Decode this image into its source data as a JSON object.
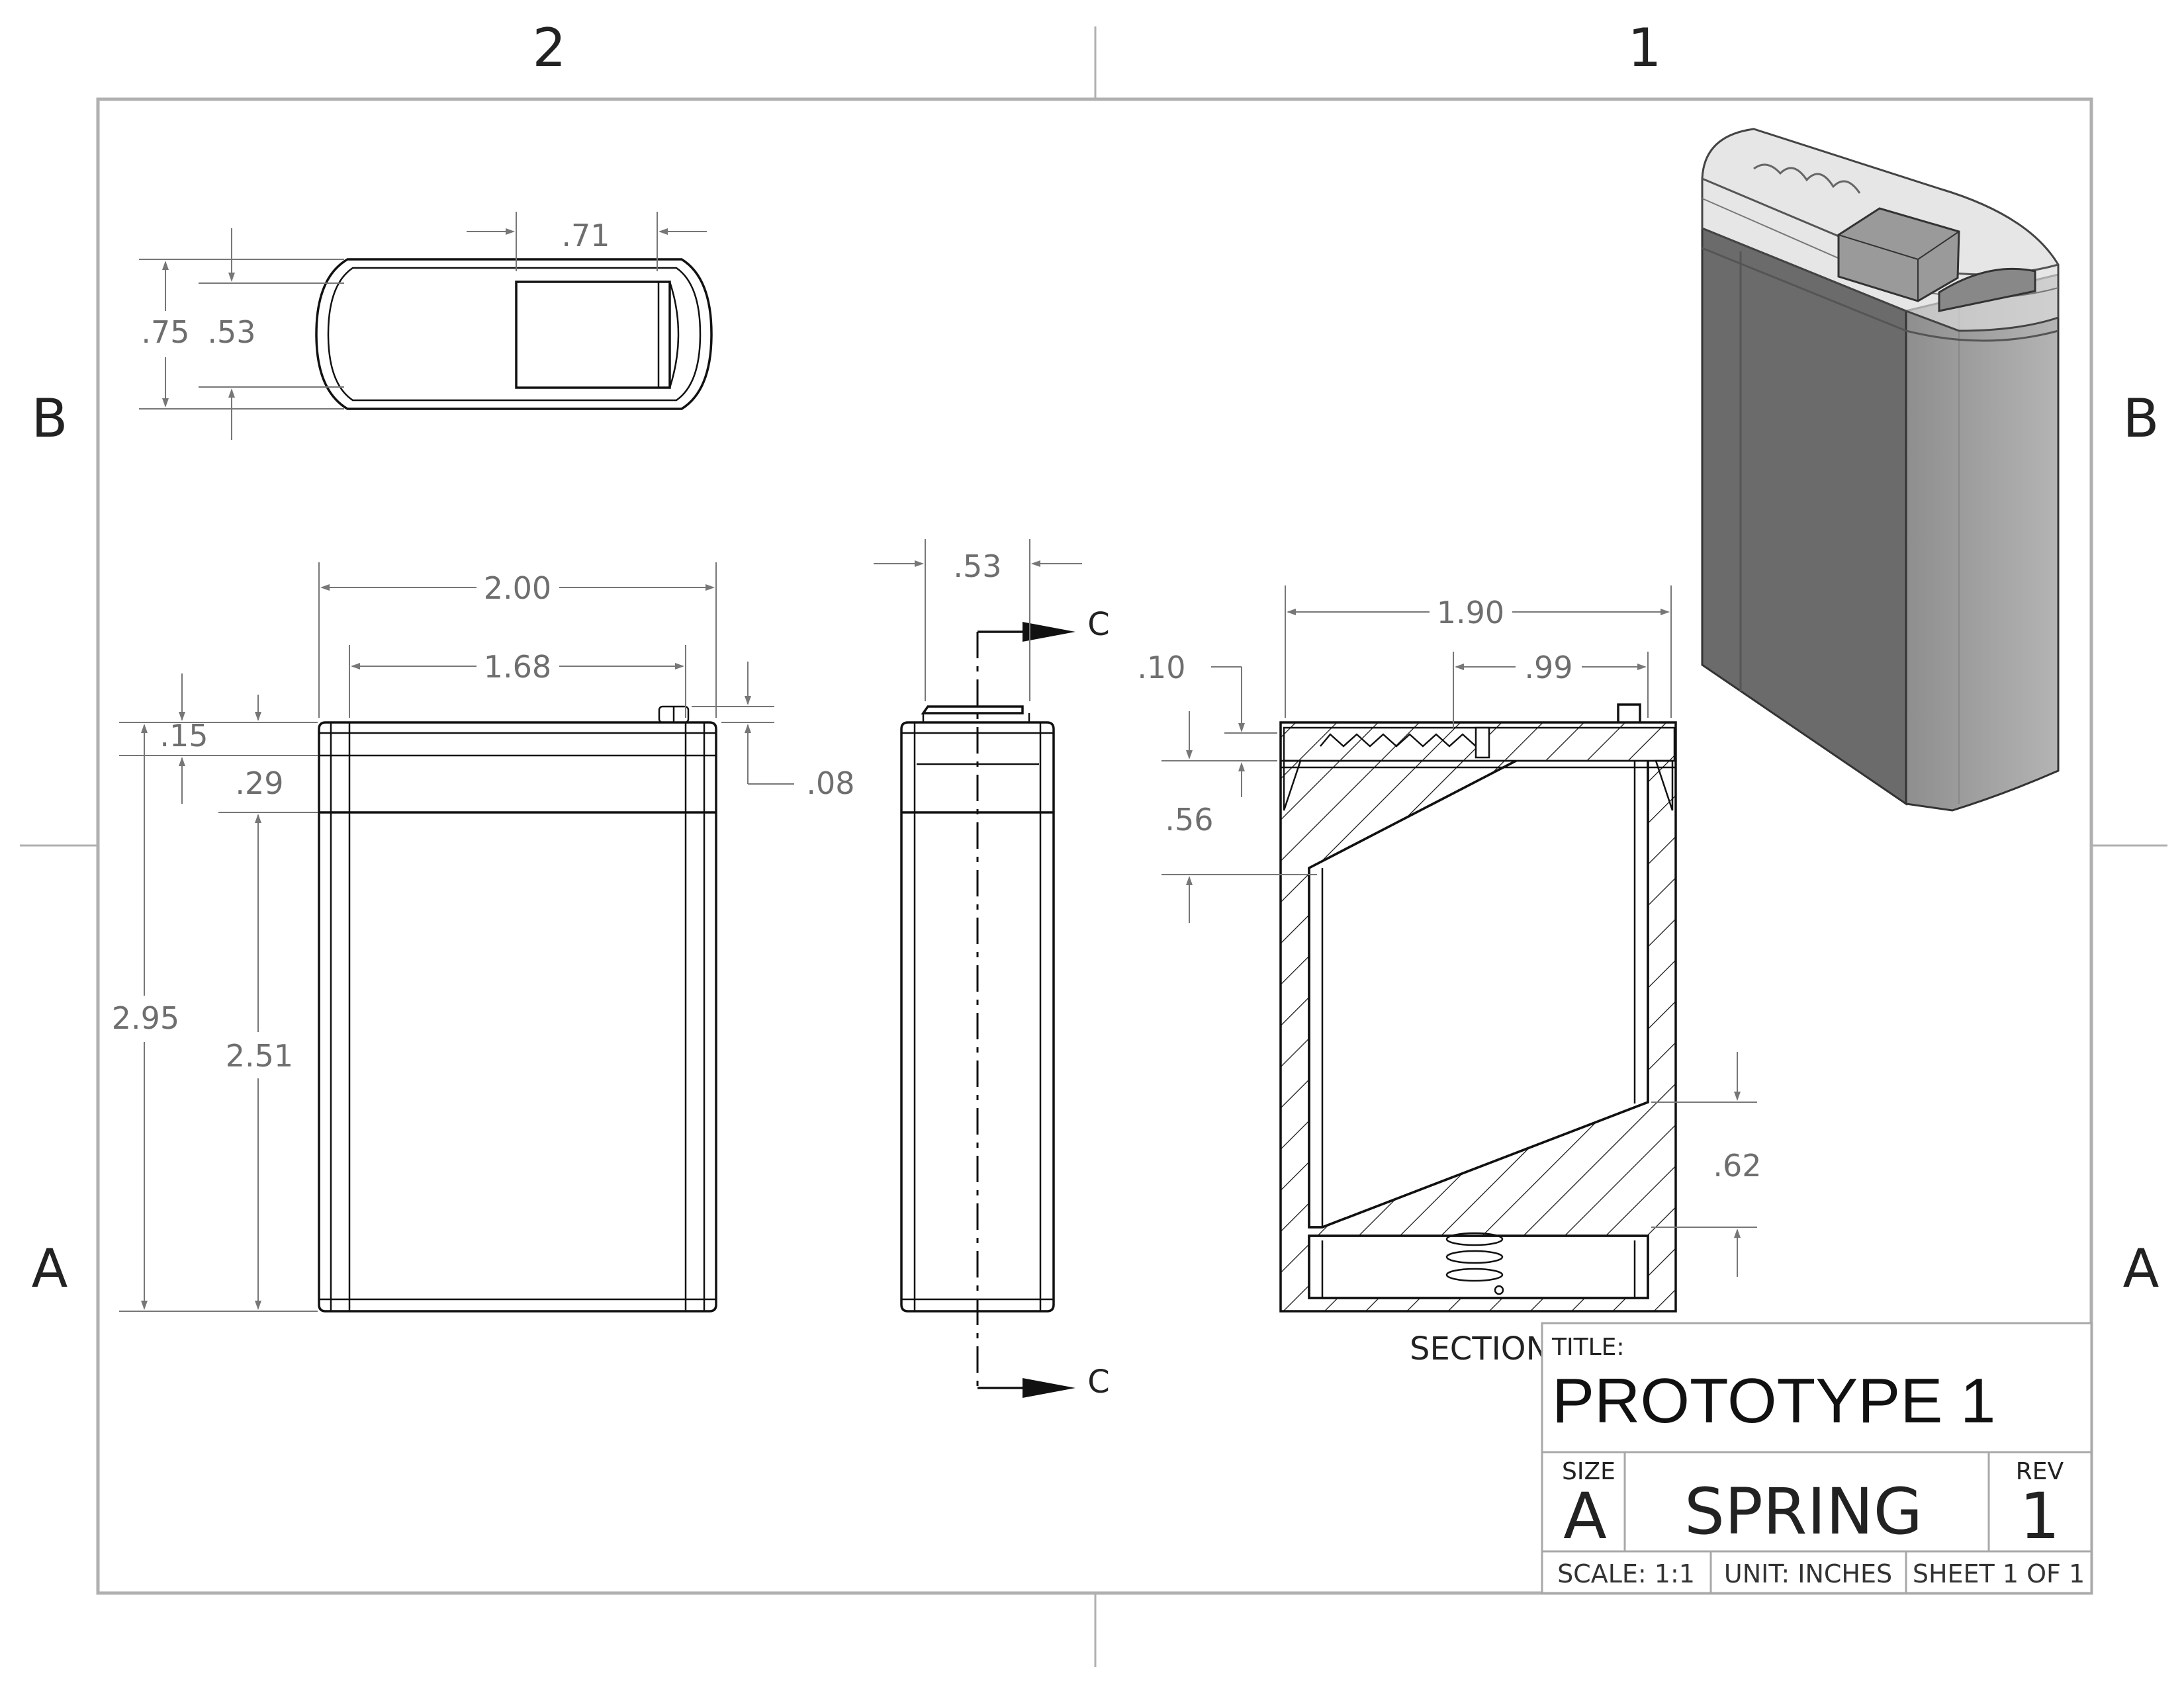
{
  "zones": {
    "columns": [
      "2",
      "1"
    ],
    "rows": [
      "B",
      "A"
    ]
  },
  "dimensions": {
    "top_view": {
      "width_tab": ".71",
      "outer_depth": ".75",
      "inner_depth": ".53"
    },
    "front_view": {
      "overall_width": "2.00",
      "inner_width": "1.68",
      "lid_step": ".15",
      "lid_height": ".29",
      "button_height": ".08",
      "overall_height": "2.95",
      "body_height": "2.51"
    },
    "side_view": {
      "depth": ".53"
    },
    "section_view": {
      "inner_width": "1.90",
      "spring_region": ".99",
      "top_wall": ".10",
      "ramp_height": ".56",
      "bottom_ramp": ".62"
    }
  },
  "section_markers": {
    "top": "C",
    "bottom": "C"
  },
  "section_caption": "SECTION",
  "title_block": {
    "title_label": "TITLE:",
    "title": "PROTOTYPE 1",
    "size_label": "SIZE",
    "size": "A",
    "name": "SPRING",
    "rev_label": "REV",
    "rev": "1",
    "scale": "SCALE: 1:1",
    "unit": "UNIT: INCHES",
    "sheet": "SHEET 1 OF 1"
  },
  "colors": {
    "line": "#111111",
    "dimension": "#777777",
    "frame": "#b0b0b0",
    "iso_front": "#6b6b6b",
    "iso_side": "#9a9a9a"
  }
}
